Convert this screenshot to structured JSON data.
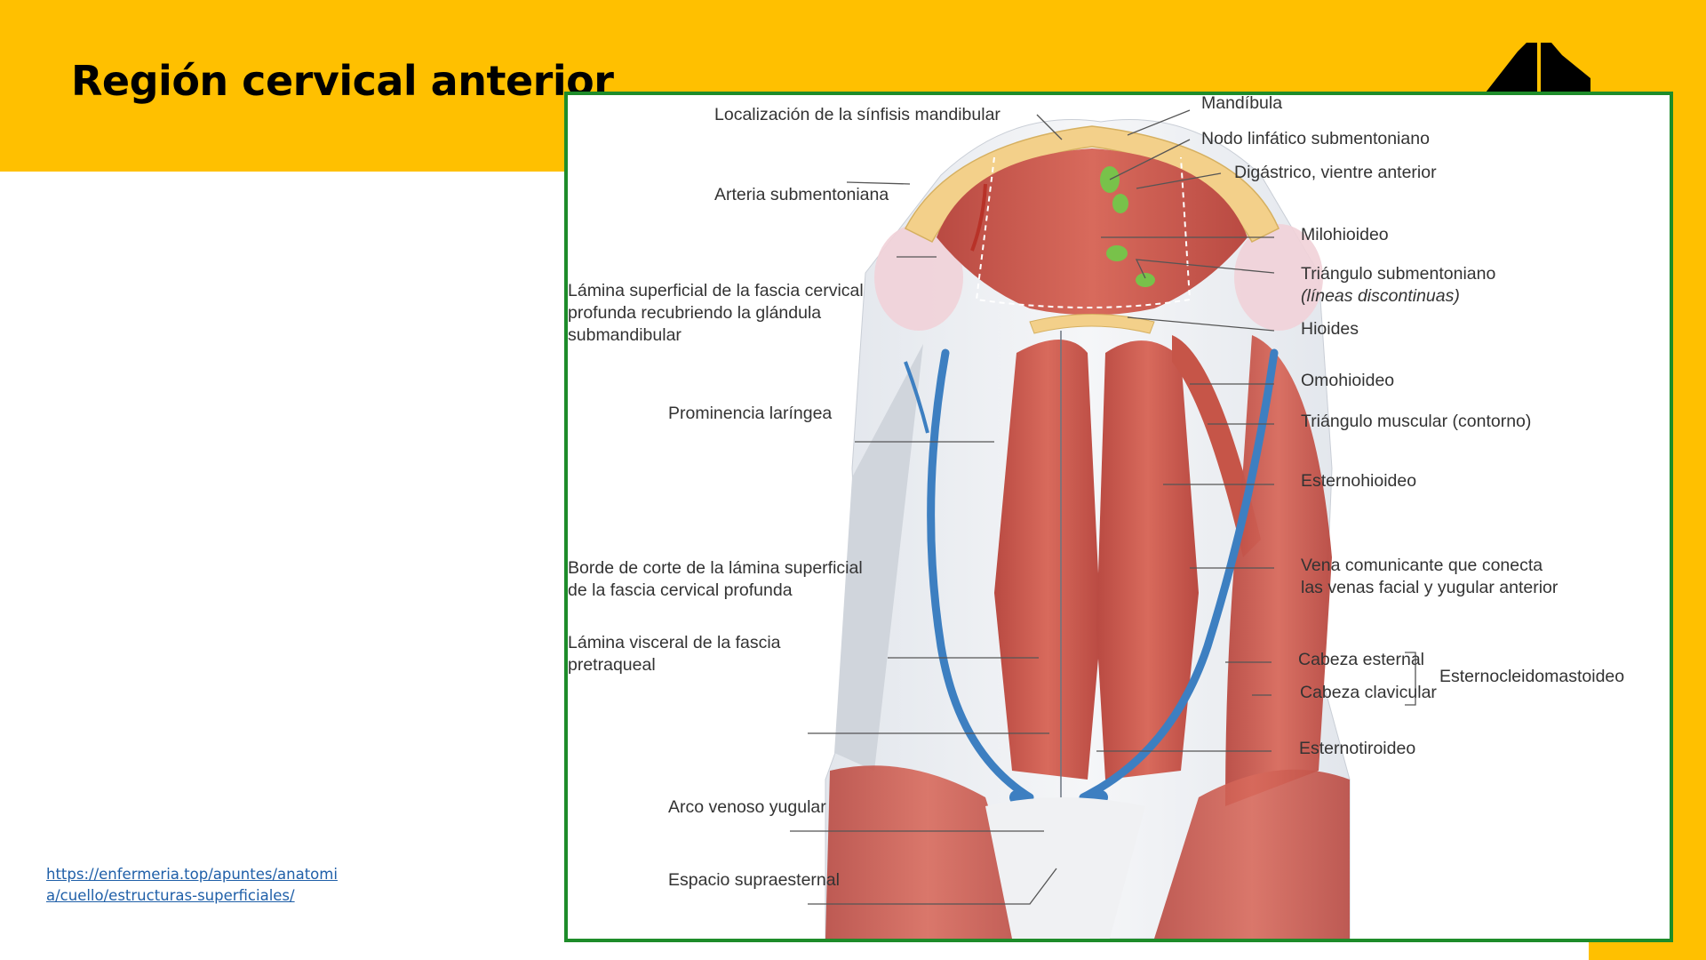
{
  "slide": {
    "title": "Región cervical anterior",
    "source_link": {
      "line1": "https://enfermeria.top/apuntes/anatomi",
      "line2": "a/cuello/estructuras-superficiales/"
    }
  },
  "colors": {
    "accent": "#ffc000",
    "frame": "#1e8c2a",
    "muscle": "#c9574c",
    "vein": "#3d7fc1",
    "bone": "#f3d08a",
    "lymph_node": "#78c24a",
    "link": "#1f5fa8"
  },
  "logo": {
    "icon": "brand-logo-icon"
  },
  "diagram": {
    "left_labels": {
      "sinfisis": "Localización de la sínfisis mandibular",
      "arteria": "Arteria submentoniana",
      "lamina_sup_1": "Lámina superficial de la fascia cervical",
      "lamina_sup_2": "profunda recubriendo la glándula",
      "lamina_sup_3": "submandibular",
      "prominencia": "Prominencia laríngea",
      "borde_1": "Borde de corte de la lámina superficial",
      "borde_2": "de la fascia cervical profunda",
      "visceral_1": "Lámina visceral de la fascia",
      "visceral_2": "pretraqueal",
      "arco": "Arco venoso yugular",
      "espacio": "Espacio supraesternal"
    },
    "right_labels": {
      "mandibula": "Mandíbula",
      "nodo": "Nodo linfático submentoniano",
      "digastrico": "Digástrico, vientre anterior",
      "milohioideo": "Milohioideo",
      "triangulo_sub": "Triángulo submentoniano",
      "triangulo_sub_note": "(líneas discontinuas)",
      "hioides": "Hioides",
      "omohioideo": "Omohioideo",
      "triangulo_musc": "Triángulo muscular (contorno)",
      "esternohioideo": "Esternohioideo",
      "vena_1": "Vena comunicante que conecta",
      "vena_2": "las venas facial y yugular anterior",
      "cabeza_esternal": "Cabeza esternal",
      "cabeza_clavicular": "Cabeza clavicular",
      "escm": "Esternocleidomastoideo",
      "esternotiroideo": "Esternotiroideo"
    }
  }
}
